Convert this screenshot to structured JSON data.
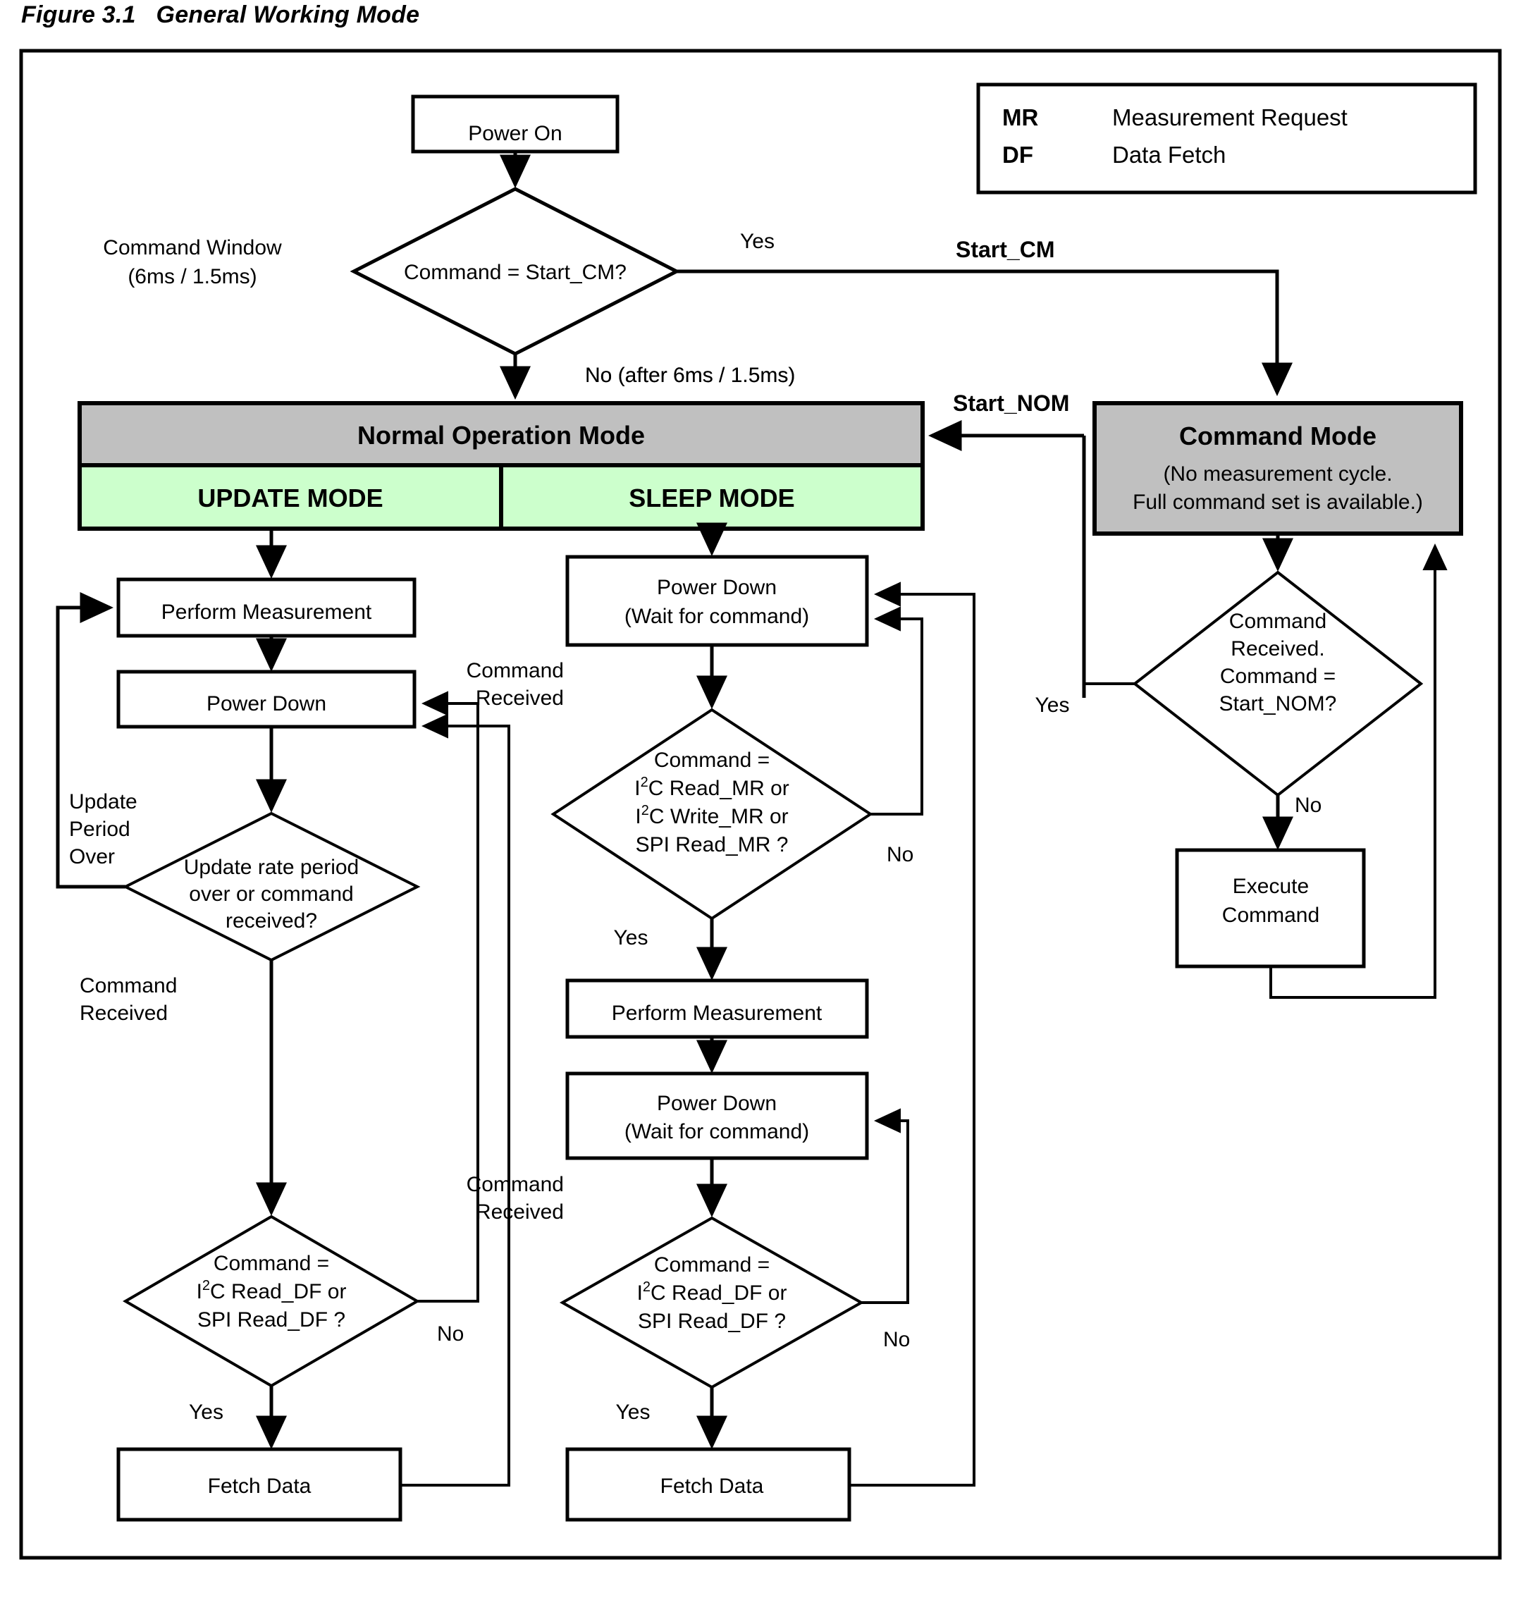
{
  "figure": {
    "title": "Figure 3.1   General Working Mode"
  },
  "legend": {
    "rows": [
      {
        "abbr": "MR",
        "meaning": "Measurement Request"
      },
      {
        "abbr": "DF",
        "meaning": "Data Fetch"
      }
    ]
  },
  "colors": {
    "mode_header_gray": "#C0C0C0",
    "mode_sub_green": "#CCFFCC",
    "line": "#000000",
    "background": "#FFFFFF"
  },
  "nodes": {
    "power_on": "Power On",
    "start_cm_decision": "Command = Start_CM?",
    "command_window_label_line1": "Command Window",
    "command_window_label_line2": "(6ms / 1.5ms)",
    "normal_operation_mode": "Normal Operation Mode",
    "update_mode": "UPDATE MODE",
    "sleep_mode": "SLEEP MODE",
    "command_mode_title": "Command Mode",
    "command_mode_note_line1": "(No measurement cycle.",
    "command_mode_note_line2": "Full command set is available.)",
    "cm_decision_line1": "Command",
    "cm_decision_line2": "Received.",
    "cm_decision_line3": "Command =",
    "cm_decision_line4": "Start_NOM?",
    "execute_command_line1": "Execute",
    "execute_command_line2": "Command",
    "update_perform_measurement": "Perform Measurement",
    "update_power_down": "Power Down",
    "update_decision_line1": "Update rate period",
    "update_decision_line2": "over or command",
    "update_decision_line3": "received?",
    "update_df_decision_line1": "Command =",
    "update_df_decision_line2_a": "I",
    "update_df_decision_line2_sup": "2",
    "update_df_decision_line2_b": "C Read_DF or",
    "update_df_decision_line3": "SPI Read_DF ?",
    "update_fetch_data": "Fetch Data",
    "sleep_power_down_line1": "Power Down",
    "sleep_power_down_line2": "(Wait for command)",
    "sleep_mr_decision_line1": "Command =",
    "sleep_mr_decision_line2_a": "I",
    "sleep_mr_decision_line2_sup": "2",
    "sleep_mr_decision_line2_b": "C Read_MR or",
    "sleep_mr_decision_line3_a": "I",
    "sleep_mr_decision_line3_sup": "2",
    "sleep_mr_decision_line3_b": "C Write_MR or",
    "sleep_mr_decision_line4": "SPI Read_MR ?",
    "sleep_perform_measurement": "Perform Measurement",
    "sleep_power_down2_line1": "Power Down",
    "sleep_power_down2_line2": "(Wait for command)",
    "sleep_df_decision_line1": "Command =",
    "sleep_df_decision_line2_a": "I",
    "sleep_df_decision_line2_sup": "2",
    "sleep_df_decision_line2_b": "C Read_DF or",
    "sleep_df_decision_line3": "SPI Read_DF ?",
    "sleep_fetch_data": "Fetch Data"
  },
  "edge_labels": {
    "start_cm_yes": "Yes",
    "start_cm_arrow_name": "Start_CM",
    "start_cm_no": "No (after 6ms / 1.5ms)",
    "start_nom_arrow_name": "Start_NOM",
    "cm_decision_yes": "Yes",
    "cm_decision_no": "No",
    "update_period_over_line1": "Update",
    "update_period_over_line2": "Period",
    "update_period_over_line3": "Over",
    "update_command_received_line1": "Command",
    "update_command_received_line2": "Received",
    "update_df_no": "No",
    "update_df_yes": "Yes",
    "sleep_command_received_line1": "Command",
    "sleep_command_received_line2": "Received",
    "sleep_mr_no": "No",
    "sleep_mr_yes": "Yes",
    "sleep_command_received2_line1": "Command",
    "sleep_command_received2_line2": "Received",
    "sleep_df_no": "No",
    "sleep_df_yes": "Yes"
  }
}
